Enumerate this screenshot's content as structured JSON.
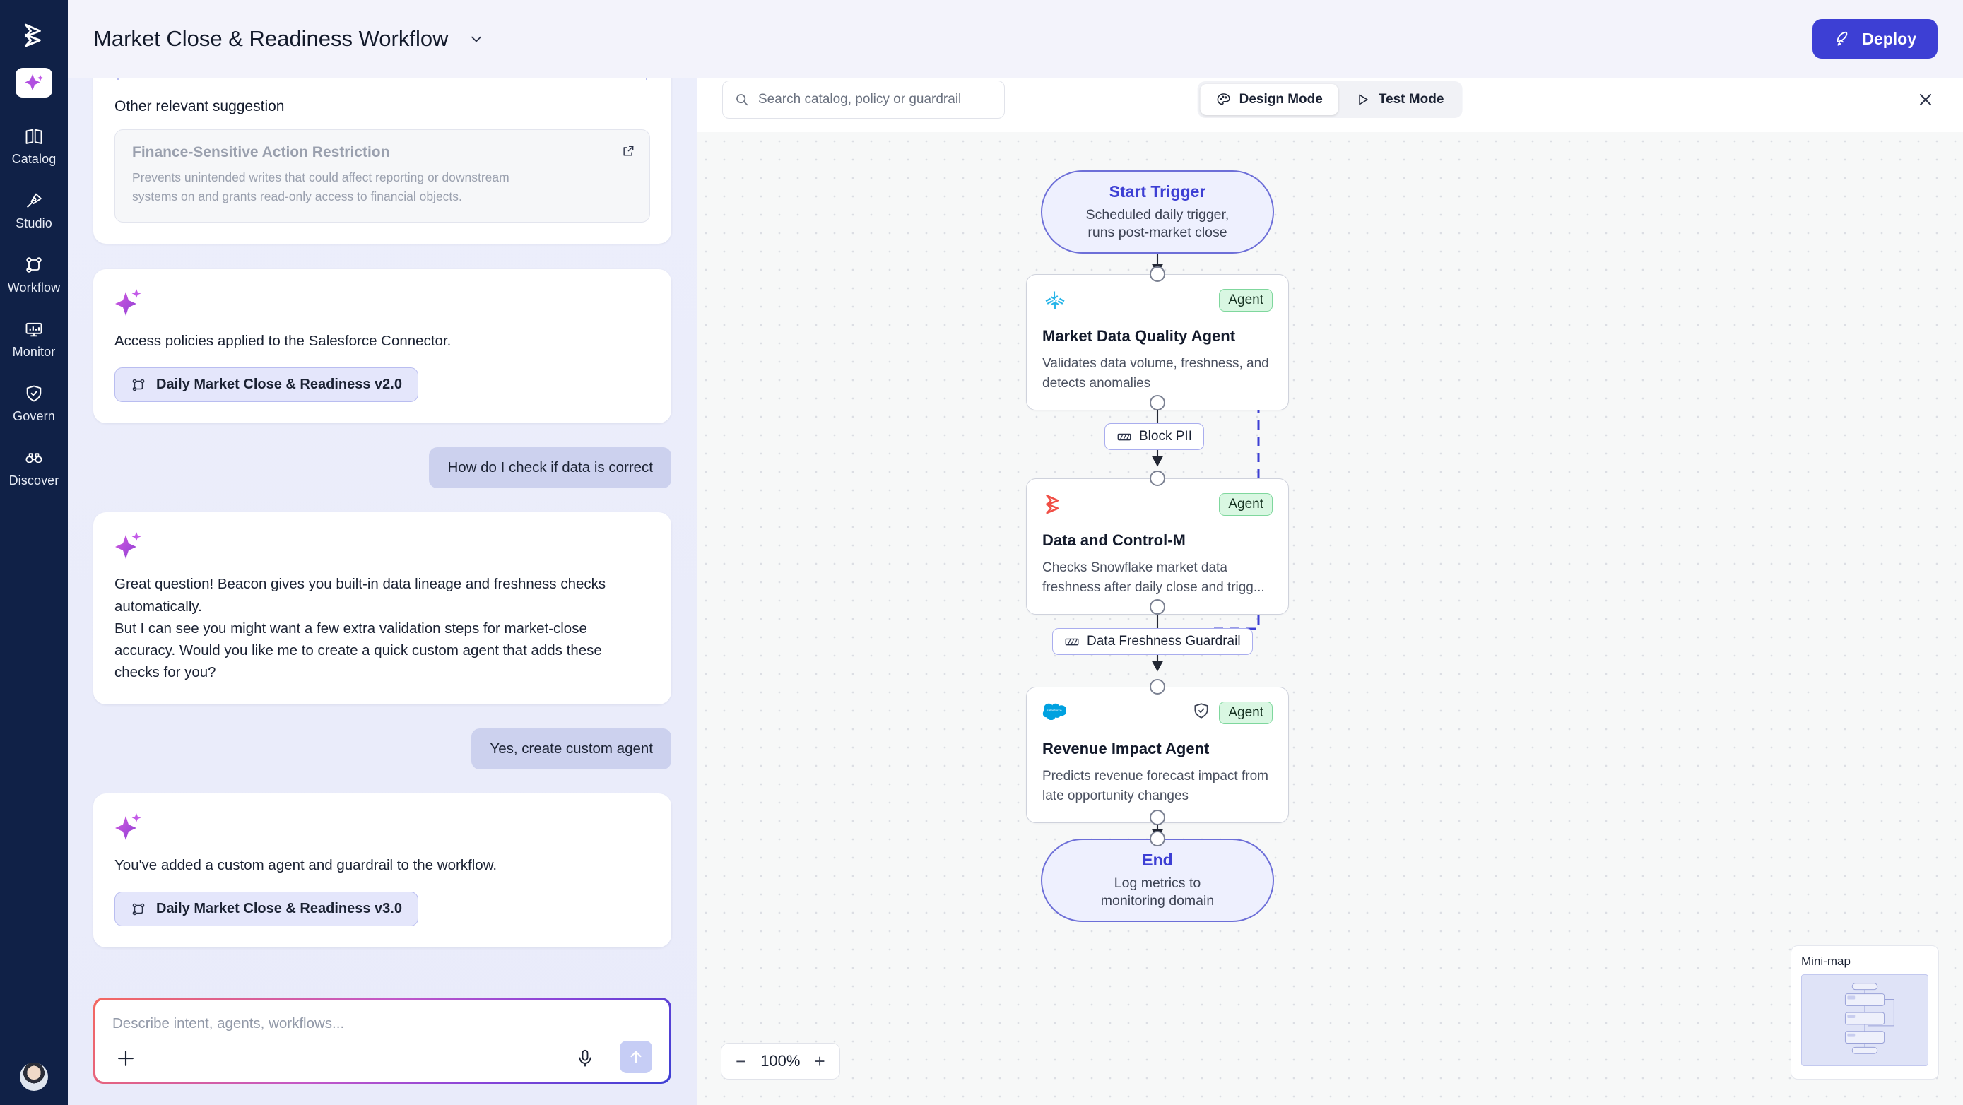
{
  "sidebar": {
    "logo_icon": "beacon-logo-icon",
    "ai_icon": "sparkle-ai-icon",
    "items": [
      {
        "label": "Catalog",
        "icon": "book-icon"
      },
      {
        "label": "Studio",
        "icon": "pen-nib-icon"
      },
      {
        "label": "Workflow",
        "icon": "workflow-nodes-icon"
      },
      {
        "label": "Monitor",
        "icon": "monitor-chart-icon"
      },
      {
        "label": "Govern",
        "icon": "shield-check-icon"
      },
      {
        "label": "Discover",
        "icon": "binoculars-icon"
      }
    ],
    "avatar": "user-avatar"
  },
  "header": {
    "title": "Market Close & Readiness Workflow",
    "caret_icon": "chevron-down-icon",
    "deploy_label": "Deploy",
    "deploy_icon": "rocket-icon",
    "deploy_color": "#3d3fd4"
  },
  "chat": {
    "suggestion_section_label": "Other relevant suggestion",
    "policy_card": {
      "title": "Finance-Sensitive Action Restriction",
      "description": "Prevents unintended writes that could affect reporting or downstream systems on and grants read-only access to financial objects.",
      "open_icon": "external-link-icon"
    },
    "messages": [
      {
        "role": "assistant",
        "text": "Access policies applied to the Salesforce Connector.",
        "chip": "Daily Market Close & Readiness v2.0",
        "chip_icon": "workflow-nodes-icon"
      },
      {
        "role": "user",
        "text": "How do I check if data is correct"
      },
      {
        "role": "assistant",
        "text": "Great question! Beacon gives you built-in data lineage and freshness checks automatically.\nBut I can see you might want a few extra validation steps for market-close accuracy. Would you like me to create a quick custom agent that adds these checks for you?"
      },
      {
        "role": "user",
        "text": "Yes, create custom agent"
      },
      {
        "role": "assistant",
        "text": "You've added a custom agent and guardrail to the workflow.",
        "chip": "Daily Market Close & Readiness v3.0",
        "chip_icon": "workflow-nodes-icon"
      }
    ],
    "composer": {
      "placeholder": "Describe intent, agents, workflows...",
      "value": "",
      "attach_icon": "plus-icon",
      "mic_icon": "microphone-icon",
      "send_icon": "arrow-up-icon"
    }
  },
  "canvas": {
    "search_placeholder": "Search catalog, policy or guardrail",
    "search_icon": "search-icon",
    "search_value": "",
    "modes": [
      {
        "label": "Design Mode",
        "icon": "palette-icon",
        "active": true
      },
      {
        "label": "Test Mode",
        "icon": "play-icon",
        "active": false
      }
    ],
    "close_icon": "close-icon",
    "zoom": {
      "value": "100%",
      "minus": "−",
      "plus": "+"
    },
    "minimap_title": "Mini-map",
    "nodes": [
      {
        "id": "start",
        "type": "terminal",
        "title": "Start Trigger",
        "subtitle": "Scheduled daily trigger,\nruns post-market close"
      },
      {
        "id": "market-data-quality",
        "type": "agent",
        "badge": "Agent",
        "icon": "snowflake-icon",
        "name": "Market Data Quality Agent",
        "description": "Validates data volume, freshness, and detects anomalies",
        "has_shield": false
      },
      {
        "id": "data-and-control-m",
        "type": "agent",
        "badge": "Agent",
        "icon": "bmc-icon",
        "name": "Data and Control-M",
        "description": "Checks Snowflake market data freshness after daily close and trigg...",
        "has_shield": false
      },
      {
        "id": "revenue-impact",
        "type": "agent",
        "badge": "Agent",
        "icon": "salesforce-icon",
        "name": "Revenue Impact Agent",
        "description": "Predicts revenue forecast impact from late opportunity changes",
        "has_shield": true,
        "shield_icon": "shield-check-icon"
      },
      {
        "id": "end",
        "type": "terminal",
        "title": "End",
        "subtitle": "Log metrics to\nmonitoring domain"
      }
    ],
    "guardrails": [
      {
        "id": "block-pii",
        "label": "Block PII",
        "icon": "guardrail-icon"
      },
      {
        "id": "data-freshness-guardrail",
        "label": "Data Freshness Guardrail",
        "icon": "guardrail-icon"
      }
    ]
  }
}
